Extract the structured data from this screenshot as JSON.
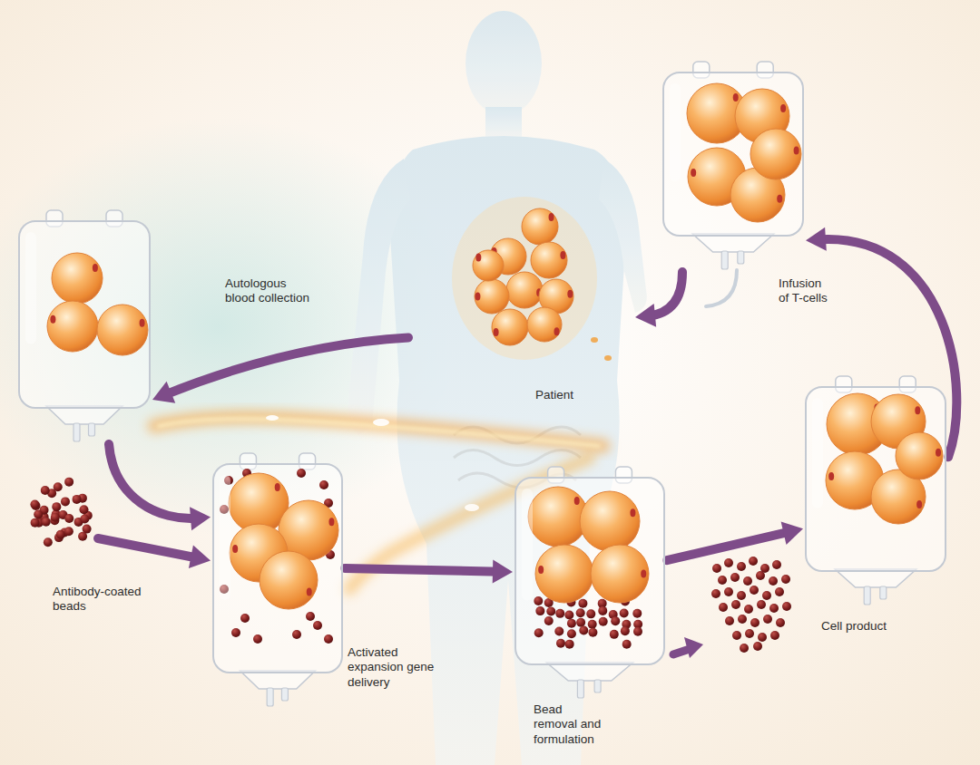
{
  "diagram": {
    "nodes": [
      {
        "text": [
          "Patient"
        ]
      },
      {
        "text": [
          "Autologous blood collection"
        ]
      },
      {
        "text": [
          "Antibody-coated beads"
        ]
      },
      {
        "text": [
          "Activated expansion gene delivery"
        ]
      },
      {
        "text": [
          "Bead removal and formulation"
        ]
      },
      {
        "text": [
          "Cell product"
        ]
      },
      {
        "text": [
          "Infusion of T-cells"
        ]
      }
    ],
    "edges": [
      {
        "from": 0,
        "to": 1,
        "arrow": "to"
      },
      {
        "from": 1,
        "to": 3,
        "arrow": "to"
      },
      {
        "from": 2,
        "to": 3,
        "arrow": "to"
      },
      {
        "from": 3,
        "to": 4,
        "arrow": "to"
      },
      {
        "from": 4,
        "to": 5,
        "arrow": "to"
      },
      {
        "from": 5,
        "to": 6,
        "arrow": "to"
      },
      {
        "from": 6,
        "to": 0,
        "arrow": "to"
      }
    ]
  }
}
